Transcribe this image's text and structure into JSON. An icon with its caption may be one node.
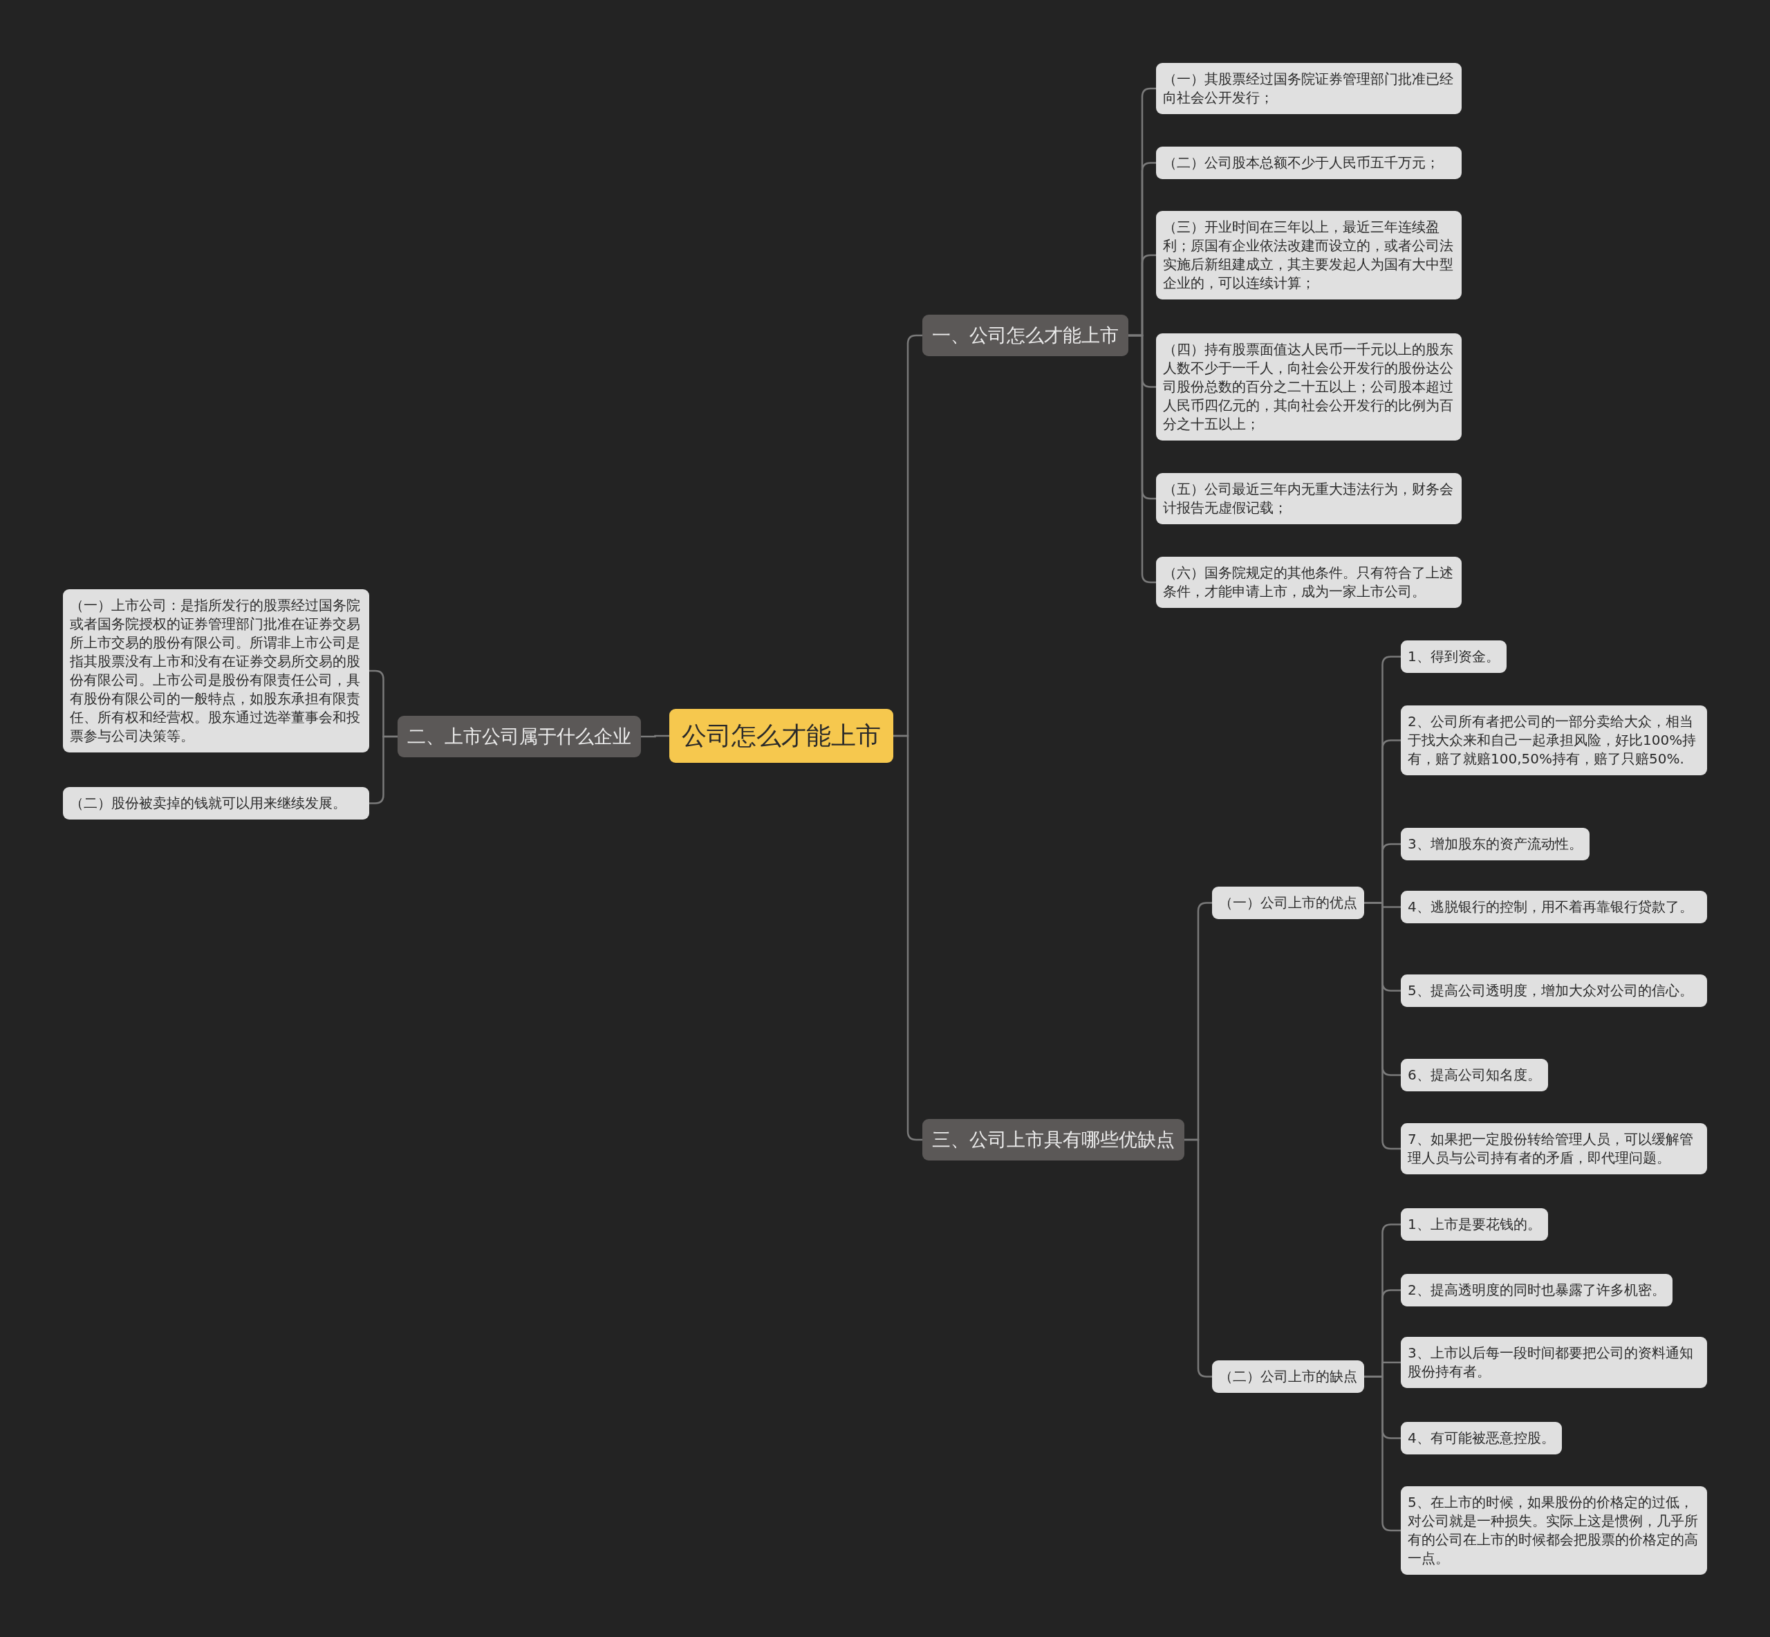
{
  "diagram": {
    "nodes": [
      {
        "text": [
          "公司怎么才能上市"
        ]
      },
      {
        "text": [
          "一、公司怎么才能上市"
        ]
      },
      {
        "text": [
          "（一）其股票经过国务院证券管理部门批准已经向社会公开发行；"
        ]
      },
      {
        "text": [
          "（二）公司股本总额不少于人民币五千万元；"
        ]
      },
      {
        "text": [
          "（三）开业时间在三年以上，最近三年连续盈利；原国有企业依法改建而设立的，或者公司法实施后新组建成立，其主要发起人为国有大中型企业的，可以连续计算；"
        ]
      },
      {
        "text": [
          "（四）持有股票面值达人民币一千元以上的股东人数不少于一千人，向社会公开发行的股份达公司股份总数的百分之二十五以上；公司股本超过人民币四亿元的，其向社会公开发行的比例为百分之十五以上；"
        ]
      },
      {
        "text": [
          "（五）公司最近三年内无重大违法行为，财务会计报告无虚假记载；"
        ]
      },
      {
        "text": [
          "（六）国务院规定的其他条件。只有符合了上述条件，才能申请上市，成为一家上市公司。"
        ]
      },
      {
        "text": [
          "二、上市公司属于什么企业"
        ]
      },
      {
        "text": [
          "（一）上市公司：是指所发行的股票经过国务院或者国务院授权的证券管理部门批准在证券交易所上市交易的股份有限公司。所谓非上市公司是指其股票没有上市和没有在证券交易所交易的股份有限公司。上市公司是股份有限责任公司，具有股份有限公司的一般特点，如股东承担有限责任、所有权和经营权。股东通过选举董事会和投票参与公司决策等。"
        ]
      },
      {
        "text": [
          "（二）股份被卖掉的钱就可以用来继续发展。"
        ]
      },
      {
        "text": [
          "三、公司上市具有哪些优缺点"
        ]
      },
      {
        "text": [
          "（一）公司上市的优点"
        ]
      },
      {
        "text": [
          "1、得到资金。"
        ]
      },
      {
        "text": [
          "2、公司所有者把公司的一部分卖给大众，相当于找大众来和自己一起承担风险，好比100%持有，赔了就赔100,50%持有，赔了只赔50%."
        ]
      },
      {
        "text": [
          "3、增加股东的资产流动性。"
        ]
      },
      {
        "text": [
          "4、逃脱银行的控制，用不着再靠银行贷款了。"
        ]
      },
      {
        "text": [
          "5、提高公司透明度，增加大众对公司的信心。"
        ]
      },
      {
        "text": [
          "6、提高公司知名度。"
        ]
      },
      {
        "text": [
          "7、如果把一定股份转给管理人员，可以缓解管理人员与公司持有者的矛盾，即代理问题。"
        ]
      },
      {
        "text": [
          "（二）公司上市的缺点"
        ]
      },
      {
        "text": [
          "1、上市是要花钱的。"
        ]
      },
      {
        "text": [
          "2、提高透明度的同时也暴露了许多机密。"
        ]
      },
      {
        "text": [
          "3、上市以后每一段时间都要把公司的资料通知股份持有者。"
        ]
      },
      {
        "text": [
          "4、有可能被恶意控股。"
        ]
      },
      {
        "text": [
          "5、在上市的时候，如果股份的价格定的过低，对公司就是一种损失。实际上这是惯例，几乎所有的公司在上市的时候都会把股票的价格定的高一点。"
        ]
      }
    ],
    "edges": [
      {
        "from": 0,
        "to": 1,
        "arrow": "none"
      },
      {
        "from": 1,
        "to": 2,
        "arrow": "none"
      },
      {
        "from": 1,
        "to": 3,
        "arrow": "none"
      },
      {
        "from": 1,
        "to": 4,
        "arrow": "none"
      },
      {
        "from": 1,
        "to": 5,
        "arrow": "none"
      },
      {
        "from": 1,
        "to": 6,
        "arrow": "none"
      },
      {
        "from": 1,
        "to": 7,
        "arrow": "none"
      },
      {
        "from": 0,
        "to": 8,
        "arrow": "none"
      },
      {
        "from": 8,
        "to": 9,
        "arrow": "none"
      },
      {
        "from": 8,
        "to": 10,
        "arrow": "none"
      },
      {
        "from": 0,
        "to": 11,
        "arrow": "none"
      },
      {
        "from": 11,
        "to": 12,
        "arrow": "none"
      },
      {
        "from": 12,
        "to": 13,
        "arrow": "none"
      },
      {
        "from": 12,
        "to": 14,
        "arrow": "none"
      },
      {
        "from": 12,
        "to": 15,
        "arrow": "none"
      },
      {
        "from": 12,
        "to": 16,
        "arrow": "none"
      },
      {
        "from": 12,
        "to": 17,
        "arrow": "none"
      },
      {
        "from": 12,
        "to": 18,
        "arrow": "none"
      },
      {
        "from": 12,
        "to": 19,
        "arrow": "none"
      },
      {
        "from": 11,
        "to": 20,
        "arrow": "none"
      },
      {
        "from": 20,
        "to": 21,
        "arrow": "none"
      },
      {
        "from": 20,
        "to": 22,
        "arrow": "none"
      },
      {
        "from": 20,
        "to": 23,
        "arrow": "none"
      },
      {
        "from": 20,
        "to": 24,
        "arrow": "none"
      },
      {
        "from": 20,
        "to": 25,
        "arrow": "none"
      }
    ]
  }
}
